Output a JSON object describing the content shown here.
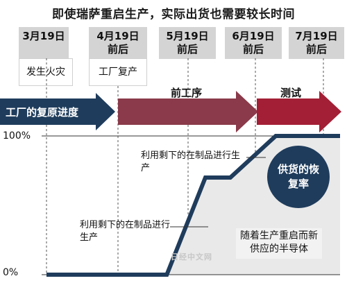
{
  "title": "即使瑞萨重启生产，实际出货也需要较长时间",
  "milestones": [
    {
      "date": "3月19日",
      "suffix": "",
      "event": "发生火灾"
    },
    {
      "date": "4月19日",
      "suffix": "前后",
      "event": "工厂复产"
    },
    {
      "date": "5月19日",
      "suffix": "前后",
      "event": ""
    },
    {
      "date": "6月19日",
      "suffix": "前后",
      "event": ""
    },
    {
      "date": "7月19日",
      "suffix": "前后",
      "event": ""
    }
  ],
  "progress_bar": {
    "label": "工厂的复原进度",
    "phase_1": "前工序",
    "phase_2": "测试",
    "colors": {
      "recovery": "#1f3c5c",
      "front_process": "#8a3a4a",
      "test": "#a31f35"
    }
  },
  "chart_data": {
    "type": "area",
    "title": "",
    "xlabel": "",
    "ylabel": "",
    "x": [
      "3月19日",
      "4月19日",
      "5月19日",
      "6月19日",
      "7月19日"
    ],
    "y_ticks": [
      "100%",
      "0%"
    ],
    "ylim": [
      0,
      100
    ],
    "supply_recovery_curve": [
      {
        "date": "3月19日",
        "value": 0
      },
      {
        "date": "5月11日",
        "value": 0
      },
      {
        "date": "5月28日",
        "value": 70
      },
      {
        "date": "6月08日",
        "value": 70
      },
      {
        "date": "6月28日",
        "value": 100
      },
      {
        "date": "7月31日",
        "value": 100
      }
    ],
    "annotations": {
      "lower_note": "利用剩下的在制品进行生产",
      "upper_note": "利用剩下的在制品进行生产",
      "circle_label": "供货的恢复率",
      "bottom_box": "随着生产重启而新供应的半导体"
    },
    "colors": {
      "curve_line": "#1f3c5c",
      "area_fill": "#e9e9e9",
      "circle": "#1f3c5c"
    }
  },
  "watermark": "日经中文网"
}
